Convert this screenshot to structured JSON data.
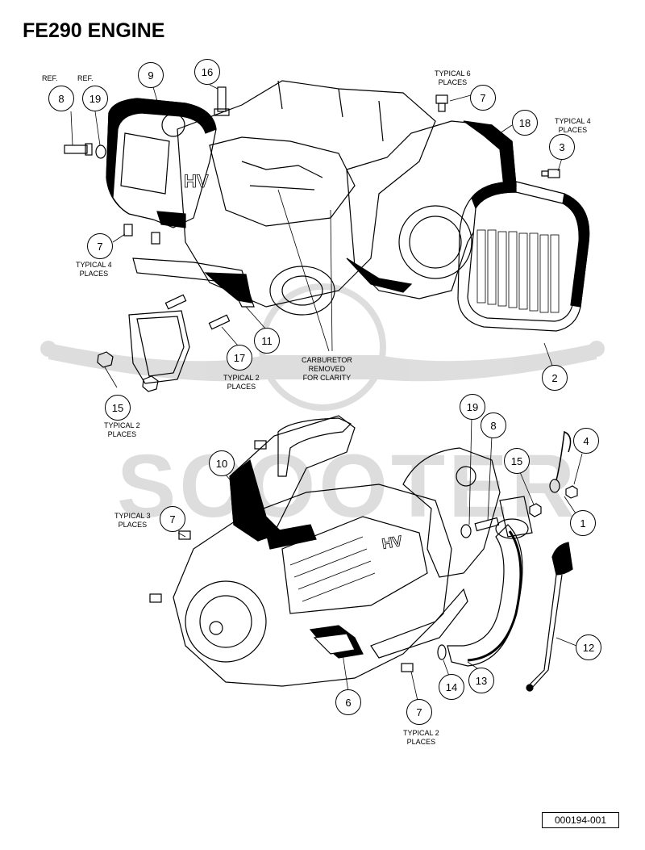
{
  "title": "FE290 ENGINE",
  "document_number": "000194-001",
  "watermark": "SCOOTER",
  "callouts": [
    "8",
    "19",
    "9",
    "16",
    "7",
    "18",
    "3",
    "7",
    "11",
    "17",
    "15",
    "2",
    "19",
    "8",
    "4",
    "15",
    "10",
    "1",
    "7",
    "12",
    "14",
    "13",
    "6",
    "7"
  ],
  "notes": {
    "ref_8": "REF.",
    "ref_19": "REF.",
    "typical_6": "TYPICAL 6\nPLACES",
    "typical_4_right": "TYPICAL 4\nPLACES",
    "typical_4_left": "TYPICAL 4\nPLACES",
    "typical_2_17": "TYPICAL 2\nPLACES",
    "typical_2_15": "TYPICAL 2\nPLACES",
    "carburetor": "CARBURETOR\nREMOVED\nFOR CLARITY",
    "typical_3": "TYPICAL 3\nPLACES",
    "typical_2_bottom": "TYPICAL 2\nPLACES"
  }
}
